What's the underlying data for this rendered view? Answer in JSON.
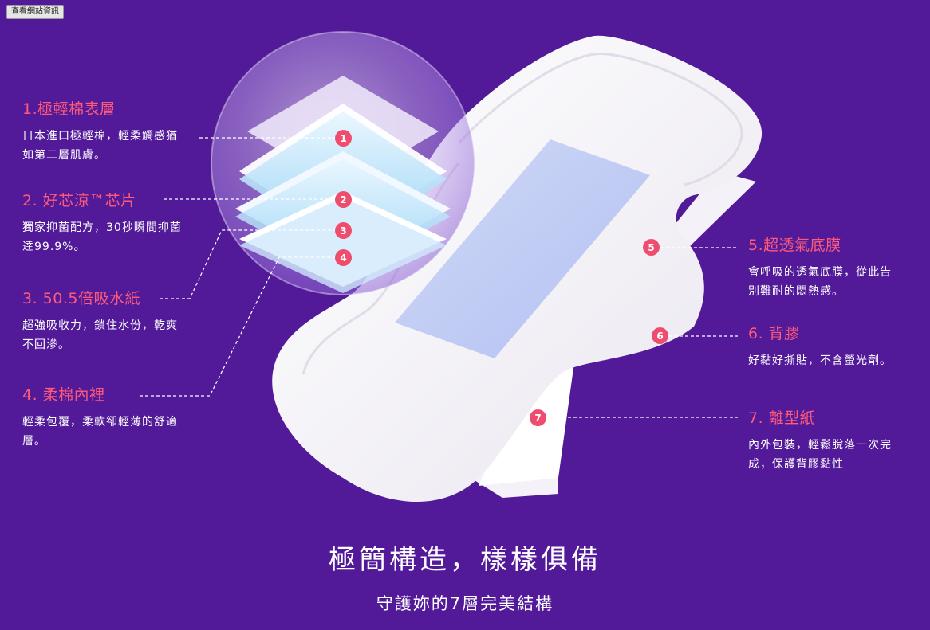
{
  "toolbar": {
    "site_info_label": "查看網站資訊"
  },
  "features": [
    {
      "num": "1",
      "title": "1.極輕棉表層",
      "desc": "日本進口極輕棉，輕柔觸感猶如第二層肌膚。"
    },
    {
      "num": "2",
      "title": "2. 好芯涼™芯片",
      "desc": "獨家抑菌配方，30秒瞬間抑菌達99.9%。"
    },
    {
      "num": "3",
      "title": "3. 50.5倍吸水紙",
      "desc": "超強吸收力，鎖住水份，乾爽不回滲。"
    },
    {
      "num": "4",
      "title": "4. 柔棉內裡",
      "desc": "輕柔包覆，柔軟卻輕薄的舒適層。"
    },
    {
      "num": "5",
      "title": "5.超透氣底膜",
      "desc": "會呼吸的透氣底膜，從此告別難耐的悶熱感。"
    },
    {
      "num": "6",
      "title": "6. 背膠",
      "desc": "好黏好撕貼，不含螢光劑。"
    },
    {
      "num": "7",
      "title": "7. 離型紙",
      "desc": "內外包裝，輕鬆脫落一次完成，保護背膠黏性"
    }
  ],
  "headline": "極簡構造，樣樣俱備",
  "subline": "守護妳的7層完美結構",
  "colors": {
    "background": "#521a98",
    "accent": "#ff5a7a",
    "badge": "#ef4d6e"
  }
}
